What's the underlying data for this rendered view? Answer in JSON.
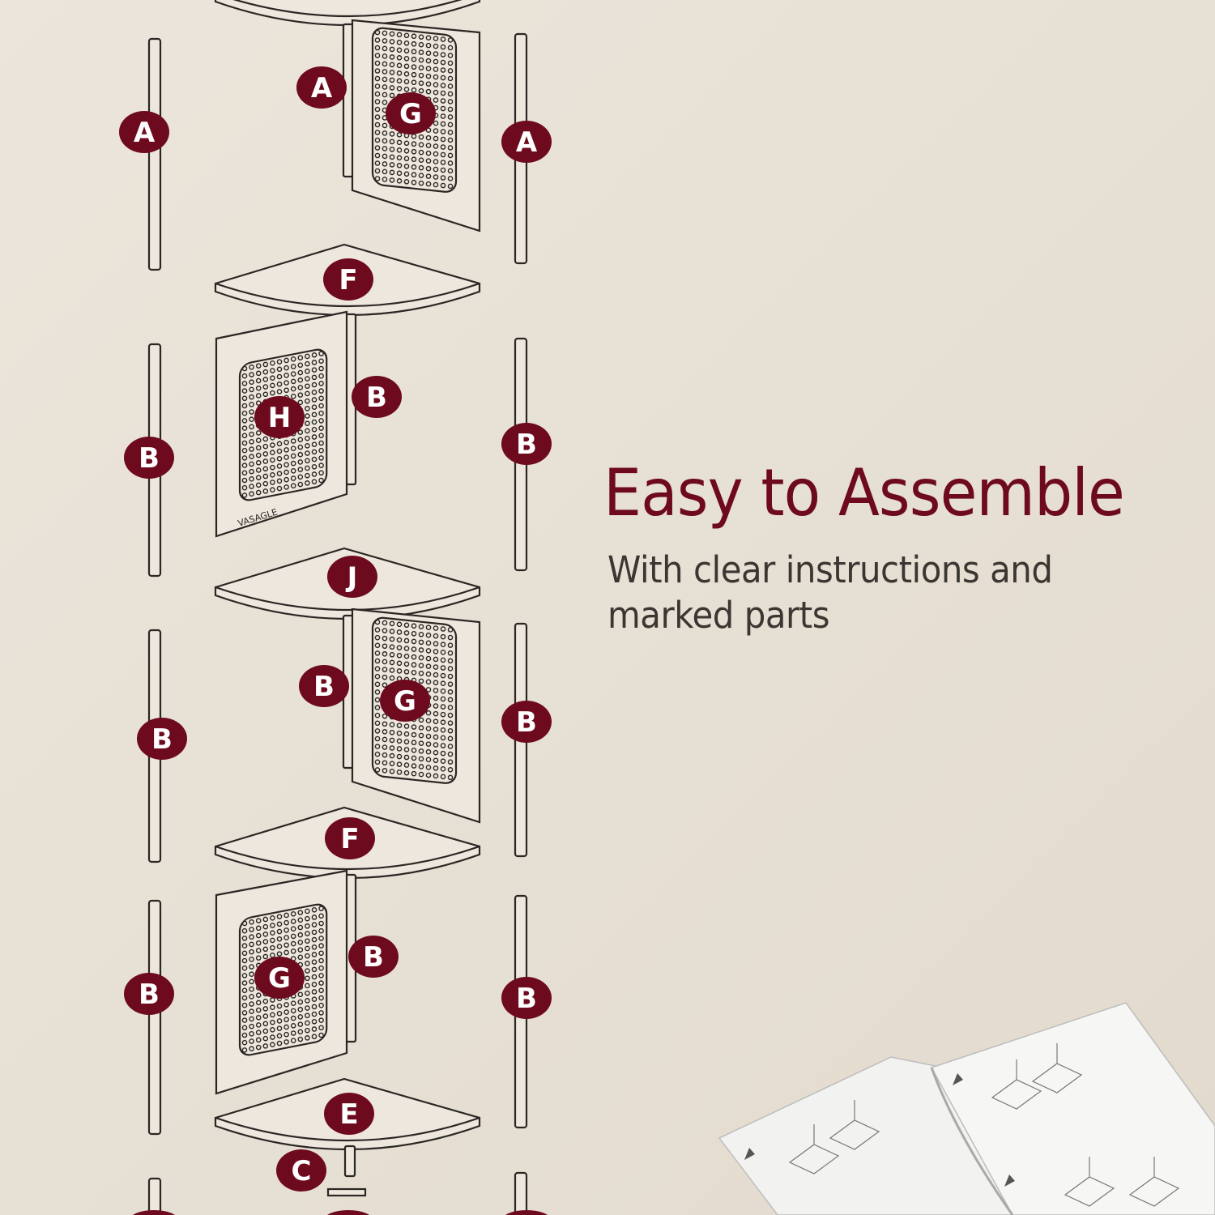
{
  "headline": "Easy to Assemble",
  "subheadline": "With clear instructions and marked parts",
  "brand_mark": "VASAGLE",
  "part_labels": [
    "A",
    "A",
    "G",
    "A",
    "F",
    "B",
    "H",
    "B",
    "B",
    "J",
    "B",
    "G",
    "B",
    "B",
    "F",
    "B",
    "G",
    "B",
    "B",
    "E",
    "C"
  ],
  "colors": {
    "accent": "#6e0a1e",
    "background": "#e8e1d6",
    "line": "#2a2624",
    "text": "#3a3632"
  }
}
